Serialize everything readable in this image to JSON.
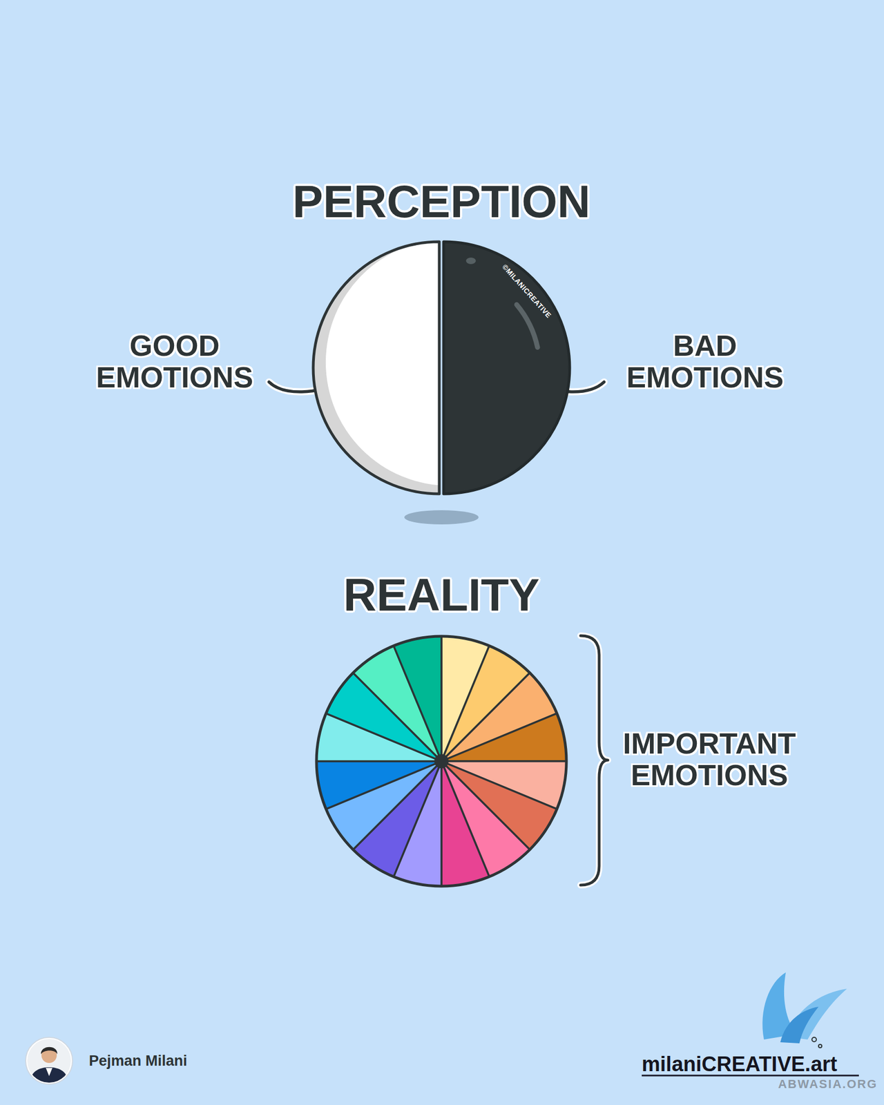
{
  "diagram": {
    "nodes": [
      {
        "text": [
          "PERCEPTION"
        ]
      },
      {
        "text": [
          "REALITY"
        ]
      }
    ],
    "labels": [
      "GOOD EMOTIONS",
      "BAD EMOTIONS",
      "©MILANICREATIVE",
      "IMPORTANT EMOTIONS",
      "Pejman Milani",
      "milaniCREATIVE.art",
      "ABWASIA.ORG"
    ]
  }
}
